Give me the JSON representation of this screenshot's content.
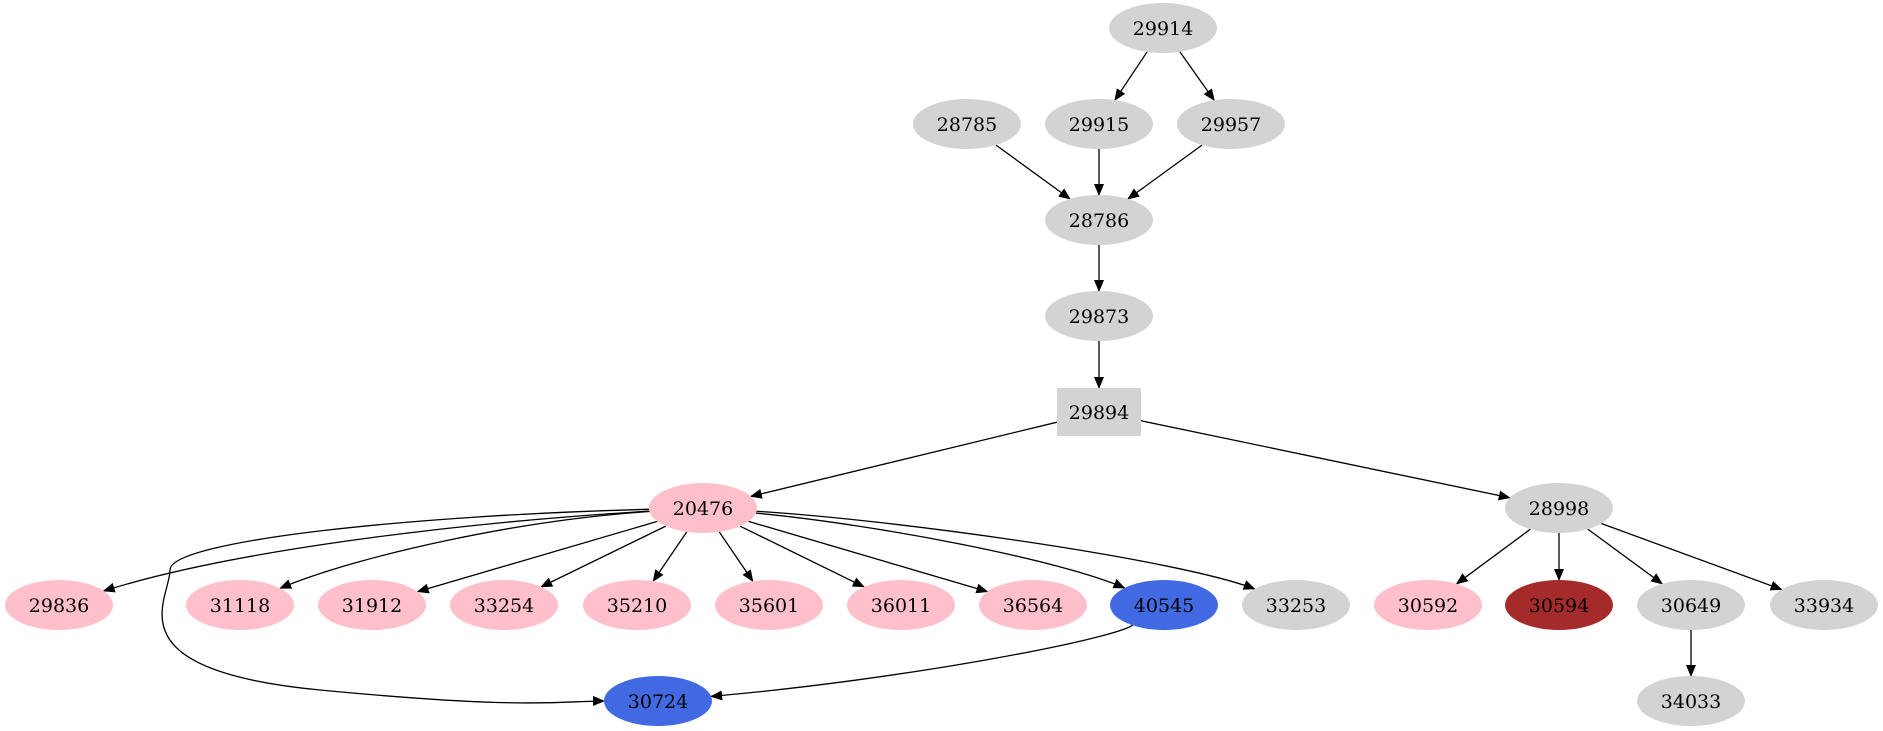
{
  "graph": {
    "direction": "top-to-bottom",
    "palette": {
      "gray": "#d3d3d3",
      "pink": "#ffc0cb",
      "blue": "#4169e1",
      "brown": "#a52a2a",
      "edge": "#000000",
      "background": "#ffffff"
    },
    "nodes": [
      {
        "id": "29914",
        "label": "29914",
        "shape": "ellipse",
        "color": "gray"
      },
      {
        "id": "28785",
        "label": "28785",
        "shape": "ellipse",
        "color": "gray"
      },
      {
        "id": "29915",
        "label": "29915",
        "shape": "ellipse",
        "color": "gray"
      },
      {
        "id": "29957",
        "label": "29957",
        "shape": "ellipse",
        "color": "gray"
      },
      {
        "id": "28786",
        "label": "28786",
        "shape": "ellipse",
        "color": "gray"
      },
      {
        "id": "29873",
        "label": "29873",
        "shape": "ellipse",
        "color": "gray"
      },
      {
        "id": "29894",
        "label": "29894",
        "shape": "box",
        "color": "gray"
      },
      {
        "id": "20476",
        "label": "20476",
        "shape": "ellipse",
        "color": "pink"
      },
      {
        "id": "28998",
        "label": "28998",
        "shape": "ellipse",
        "color": "gray"
      },
      {
        "id": "29836",
        "label": "29836",
        "shape": "ellipse",
        "color": "pink"
      },
      {
        "id": "31118",
        "label": "31118",
        "shape": "ellipse",
        "color": "pink"
      },
      {
        "id": "31912",
        "label": "31912",
        "shape": "ellipse",
        "color": "pink"
      },
      {
        "id": "33254",
        "label": "33254",
        "shape": "ellipse",
        "color": "pink"
      },
      {
        "id": "35210",
        "label": "35210",
        "shape": "ellipse",
        "color": "pink"
      },
      {
        "id": "35601",
        "label": "35601",
        "shape": "ellipse",
        "color": "pink"
      },
      {
        "id": "36011",
        "label": "36011",
        "shape": "ellipse",
        "color": "pink"
      },
      {
        "id": "36564",
        "label": "36564",
        "shape": "ellipse",
        "color": "pink"
      },
      {
        "id": "40545",
        "label": "40545",
        "shape": "ellipse",
        "color": "blue"
      },
      {
        "id": "33253",
        "label": "33253",
        "shape": "ellipse",
        "color": "gray"
      },
      {
        "id": "30592",
        "label": "30592",
        "shape": "ellipse",
        "color": "pink"
      },
      {
        "id": "30594",
        "label": "30594",
        "shape": "ellipse",
        "color": "brown"
      },
      {
        "id": "30649",
        "label": "30649",
        "shape": "ellipse",
        "color": "gray"
      },
      {
        "id": "33934",
        "label": "33934",
        "shape": "ellipse",
        "color": "gray"
      },
      {
        "id": "30724",
        "label": "30724",
        "shape": "ellipse",
        "color": "blue"
      },
      {
        "id": "34033",
        "label": "34033",
        "shape": "ellipse",
        "color": "gray"
      }
    ],
    "edges": [
      {
        "from": "29914",
        "to": "29915"
      },
      {
        "from": "29914",
        "to": "29957"
      },
      {
        "from": "28785",
        "to": "28786"
      },
      {
        "from": "29915",
        "to": "28786"
      },
      {
        "from": "29957",
        "to": "28786"
      },
      {
        "from": "28786",
        "to": "29873"
      },
      {
        "from": "29873",
        "to": "29894"
      },
      {
        "from": "29894",
        "to": "20476"
      },
      {
        "from": "29894",
        "to": "28998"
      },
      {
        "from": "20476",
        "to": "29836"
      },
      {
        "from": "20476",
        "to": "30724"
      },
      {
        "from": "20476",
        "to": "31118"
      },
      {
        "from": "20476",
        "to": "31912"
      },
      {
        "from": "20476",
        "to": "33254"
      },
      {
        "from": "20476",
        "to": "35210"
      },
      {
        "from": "20476",
        "to": "35601"
      },
      {
        "from": "20476",
        "to": "36011"
      },
      {
        "from": "20476",
        "to": "36564"
      },
      {
        "from": "20476",
        "to": "40545"
      },
      {
        "from": "20476",
        "to": "33253"
      },
      {
        "from": "40545",
        "to": "30724"
      },
      {
        "from": "28998",
        "to": "30592"
      },
      {
        "from": "28998",
        "to": "30594"
      },
      {
        "from": "28998",
        "to": "30649"
      },
      {
        "from": "28998",
        "to": "33934"
      },
      {
        "from": "30649",
        "to": "34033"
      }
    ]
  }
}
